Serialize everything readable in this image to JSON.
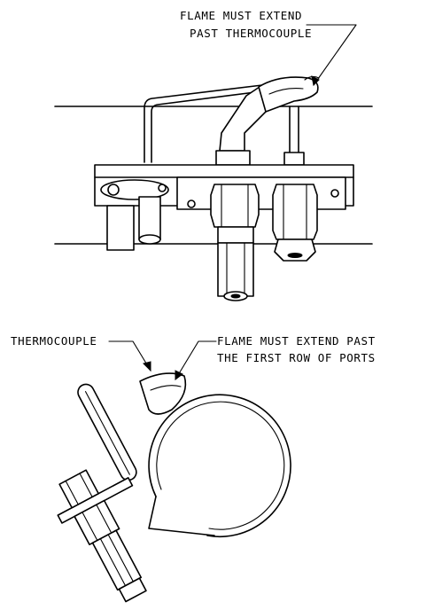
{
  "labels": {
    "top_flame_line1": "FLAME MUST EXTEND",
    "top_flame_line2": "PAST THERMOCOUPLE",
    "thermocouple": "THERMOCOUPLE",
    "bottom_flame_line1": "FLAME MUST EXTEND PAST",
    "bottom_flame_line2": "THE FIRST ROW OF PORTS"
  }
}
